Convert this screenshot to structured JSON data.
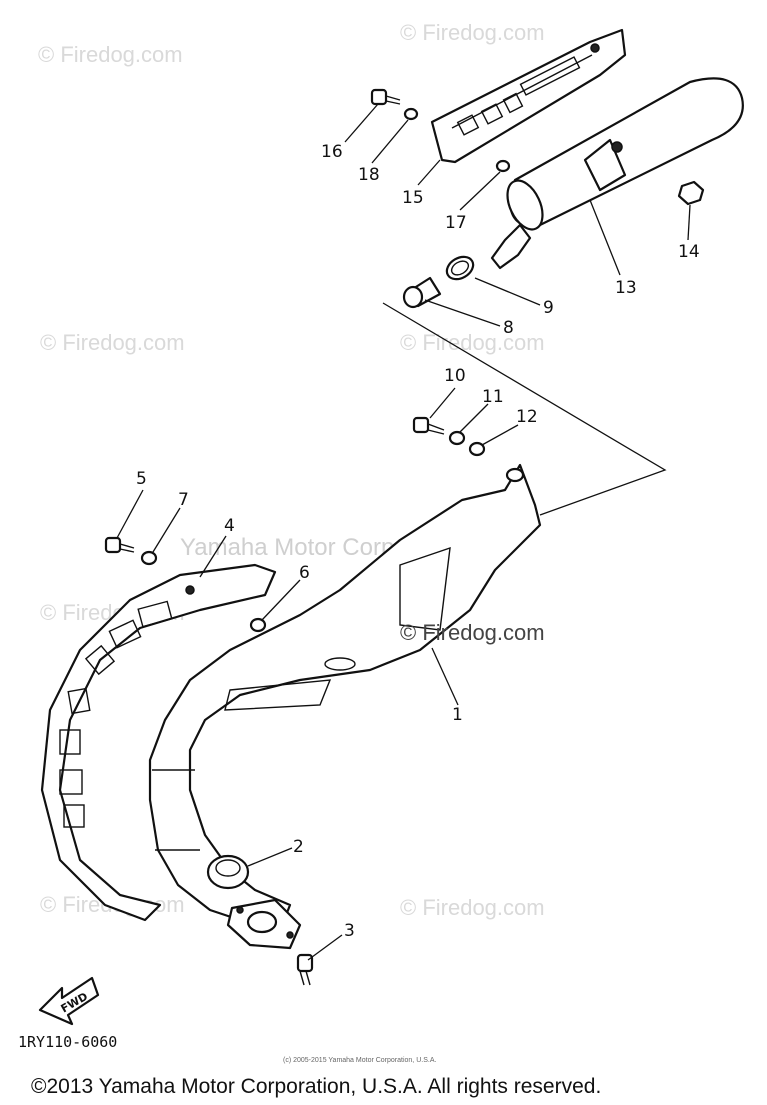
{
  "watermarks": {
    "site": "© Firedog.com",
    "firedog_inline": "© Firedog.com",
    "yamaha_mark": "Yamaha Motor Corp.,U.S.A."
  },
  "callouts": [
    "1",
    "2",
    "3",
    "4",
    "5",
    "6",
    "7",
    "8",
    "9",
    "10",
    "11",
    "12",
    "13",
    "14",
    "15",
    "16",
    "17",
    "18"
  ],
  "diagram_code": "1RY110-6060",
  "fwd_label": "FWD",
  "small_copyright": "(c) 2005-2015 Yamaha Motor Corporation, U.S.A.",
  "footer_copyright": "©2013 Yamaha Motor Corporation, U.S.A. All rights reserved."
}
